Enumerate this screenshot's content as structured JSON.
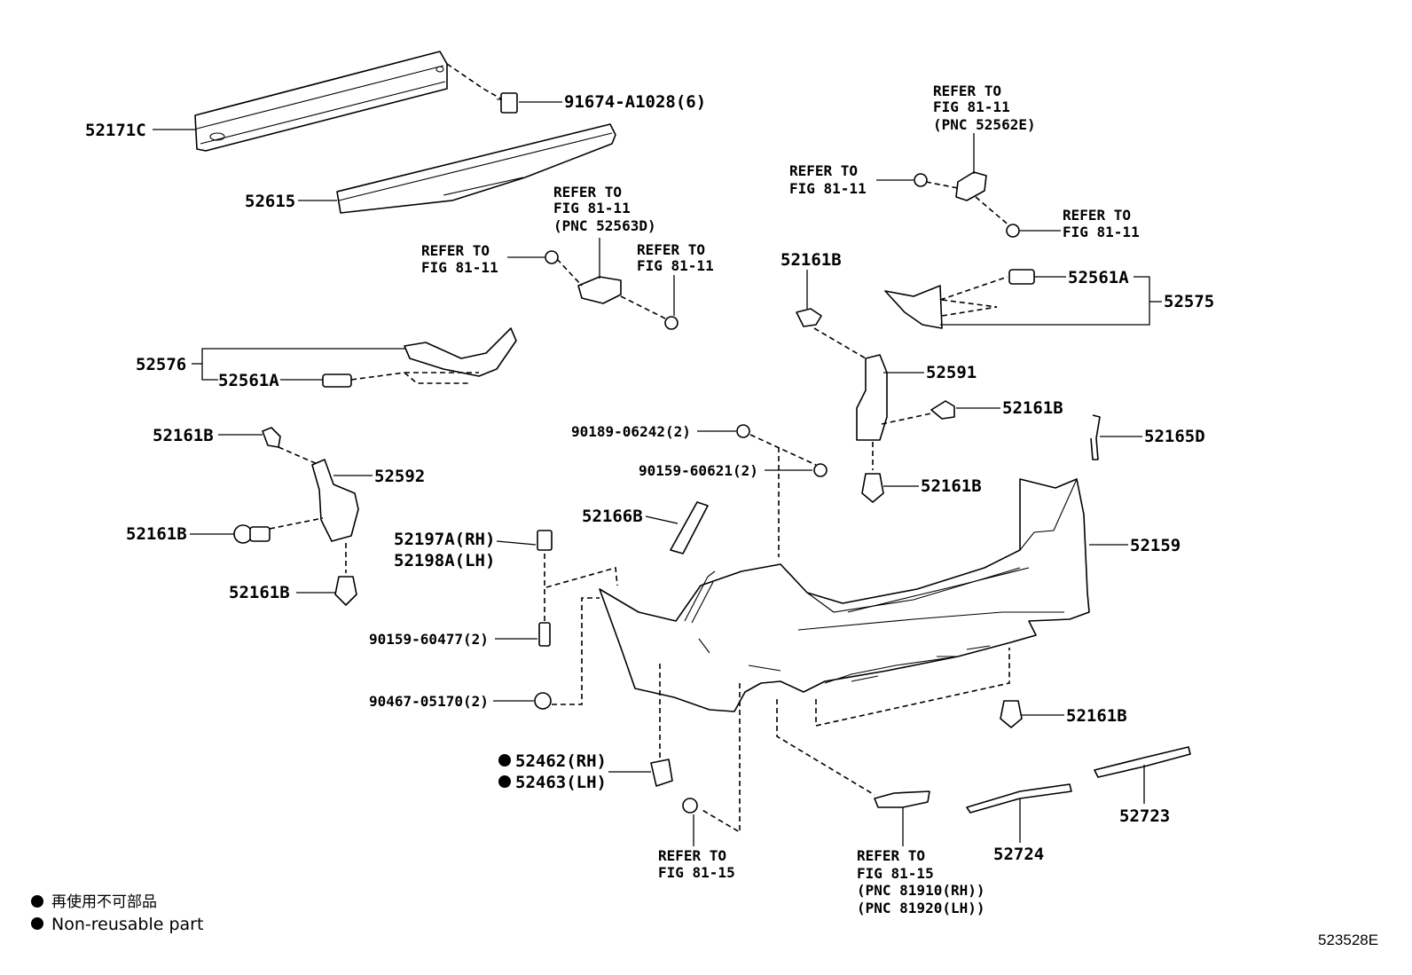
{
  "labels": {
    "p52171C": "52171C",
    "p91674": "91674-A1028(6)",
    "p52615": "52615",
    "refer_fig_a": [
      "REFER TO",
      "FIG 81-11",
      "(PNC 52562E)"
    ],
    "refer_fig_b": [
      "REFER TO",
      "FIG 81-11"
    ],
    "refer_fig_c": [
      "REFER TO",
      "FIG 81-11"
    ],
    "refer_fig_d": [
      "REFER TO",
      "FIG 81-11",
      "(PNC 52563D)"
    ],
    "refer_fig_e": [
      "REFER TO",
      "FIG 81-11"
    ],
    "refer_fig_f": [
      "REFER TO",
      "FIG 81-11"
    ],
    "p52161B_1": "52161B",
    "p52561A_r": "52561A",
    "p52575": "52575",
    "p52576": "52576",
    "p52561A_l": "52561A",
    "p52591": "52591",
    "p52161B_2": "52161B",
    "p52165D": "52165D",
    "p90189": "90189-06242(2)",
    "p90159_621": "90159-60621(2)",
    "p52161B_3": "52161B",
    "p52161B_4": "52161B",
    "p52592": "52592",
    "p52161B_5": "52161B",
    "p52166B": "52166B",
    "p52197A": "52197A(RH)",
    "p52198A": "52198A(LH)",
    "p52159": "52159",
    "p52161B_6": "52161B",
    "p90159_477": "90159-60477(2)",
    "p90467": "90467-05170(2)",
    "p52161B_7": "52161B",
    "p52462": "52462(RH)",
    "p52463": "52463(LH)",
    "refer_fig_15a": [
      "REFER TO",
      "FIG 81-15"
    ],
    "refer_fig_15b": [
      "REFER TO",
      "FIG 81-15",
      "(PNC 81910(RH))",
      "(PNC 81920(LH))"
    ],
    "p52724": "52724",
    "p52723": "52723"
  },
  "legend": {
    "line_jp": "再使用不可部品",
    "line_en": "Non-reusable part"
  },
  "diagram_code": "523528E"
}
